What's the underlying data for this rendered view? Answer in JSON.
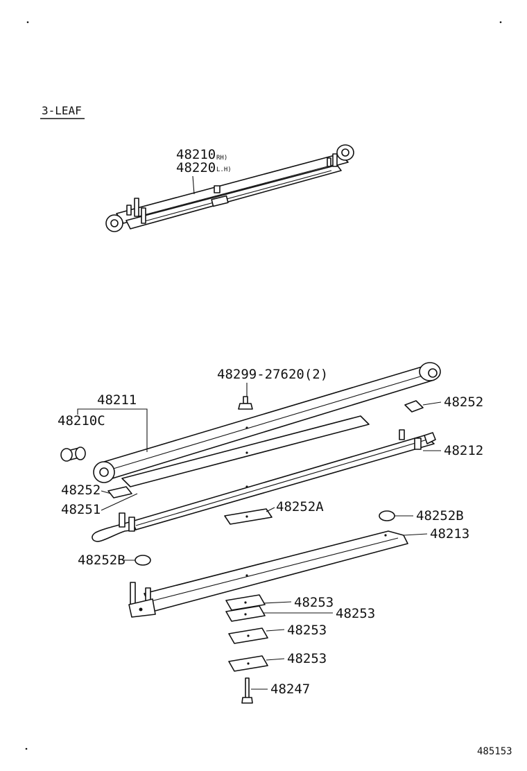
{
  "section_title": "3-LEAF",
  "assembly": {
    "part_rh": "48210",
    "suffix_rh": "RH)",
    "part_lh": "48220",
    "suffix_lh": "L.H)"
  },
  "callouts": {
    "bolt_nut": "48299-27620(2)",
    "main_leaf": "48211",
    "bushing": "48210C",
    "liner_right": "48252",
    "liner_left": "48252",
    "clip_left": "48251",
    "second_leaf": "48212",
    "liner_a": "48252A",
    "cap_right": "48252B",
    "third_leaf": "48213",
    "cap_left": "48252B",
    "spacer_1": "48253",
    "spacer_2": "48253",
    "spacer_3": "48253",
    "spacer_4": "48253",
    "center_bolt": "48247"
  },
  "figure_number": "485153"
}
